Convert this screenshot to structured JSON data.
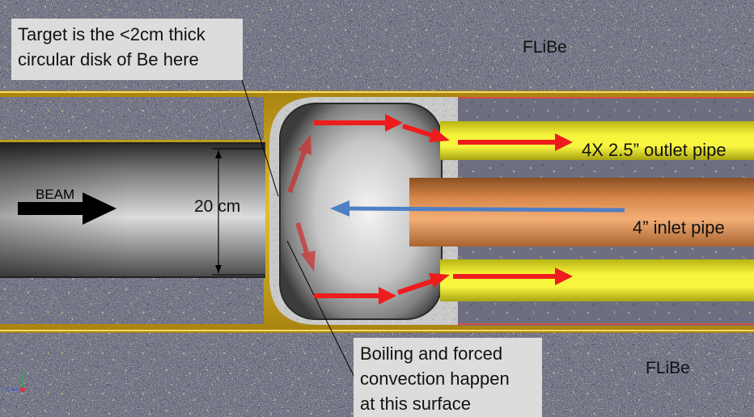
{
  "labels": {
    "target_callout": [
      "Target is the <2cm thick",
      "circular disk of Be here"
    ],
    "boiling_callout": [
      "Boiling and forced",
      "convection happen",
      "at this surface"
    ],
    "flibe_top": "FLiBe",
    "flibe_bottom": "FLiBe",
    "beam": "BEAM",
    "dimension": "20 cm",
    "outlet_pipe": "4X 2.5” outlet pipe",
    "inlet_pipe": "4” inlet pipe"
  },
  "axis_triad": [
    "Z",
    "X"
  ],
  "colors": {
    "background": "#6d6f80",
    "gold_casing": "#c9a21e",
    "outlet_pipe": "#f0ee2a",
    "inlet_pipe": "#e49a5c",
    "hot_flow_arrow": "#ee1c1c",
    "cold_flow_arrow": "#4f7fc4",
    "callout_box": "#dcdcdc"
  }
}
